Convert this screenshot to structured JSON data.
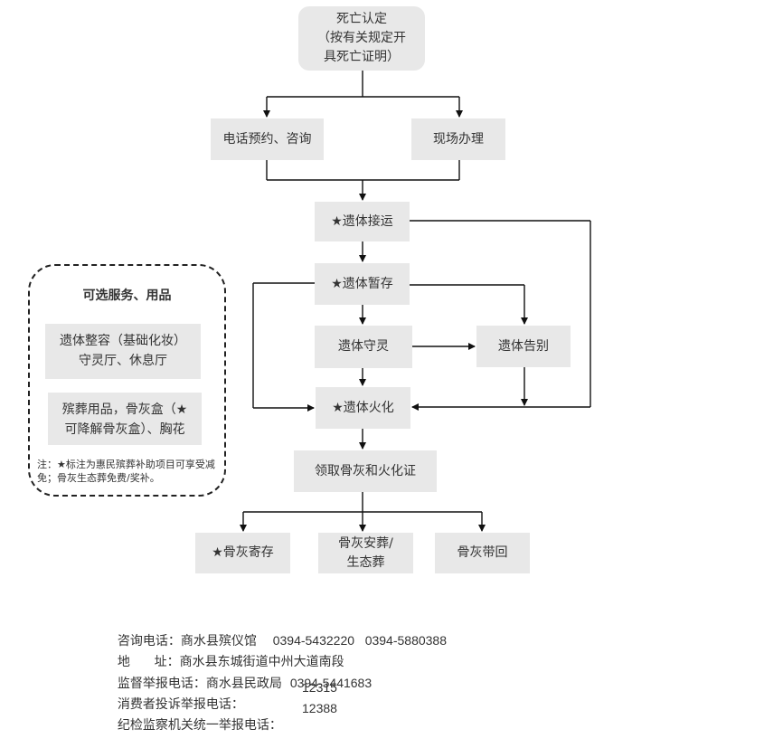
{
  "nodes": {
    "death_cert": {
      "line1": "死亡认定",
      "line2": "（按有关规定开",
      "line3": "具死亡证明）"
    },
    "phone": "电话预约、咨询",
    "onsite": "现场办理",
    "transport": "★遗体接运",
    "storage": "★遗体暂存",
    "vigil": "遗体守灵",
    "farewell": "遗体告别",
    "cremation": "★遗体火化",
    "collect": "领取骨灰和火化证",
    "deposit": "★骨灰寄存",
    "burial": {
      "line1": "骨灰安葬/",
      "line2": "生态葬"
    },
    "takehome": "骨灰带回"
  },
  "optional": {
    "title": "可选服务、用品",
    "item1": {
      "line1": "遗体整容（基础化妆）",
      "line2": "守灵厅、休息厅"
    },
    "item2": {
      "line1": "殡葬用品，骨灰盒（★",
      "line2": "可降解骨灰盒）、胸花"
    },
    "note": "注：★标注为惠民殡葬补助项目可享受减免；骨灰生态葬免费/奖补。"
  },
  "contacts": [
    {
      "label": "咨询电话：商水县殡仪馆",
      "value": "0394-5432220   0394-5880388"
    },
    {
      "label": "地      址：商水县东城街道中州大道南段",
      "value": ""
    },
    {
      "label": "监督举报电话：商水县民政局",
      "value": "0394-5441683"
    },
    {
      "label": "消费者投诉举报电话：",
      "value": "12315"
    },
    {
      "label": "纪检监察机关统一举报电话：",
      "value": "12388"
    }
  ]
}
